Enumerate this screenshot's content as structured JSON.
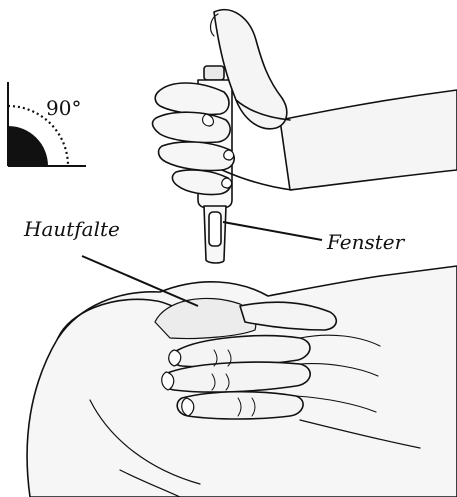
{
  "labels": {
    "angle": "90°",
    "skin_fold": "Hautfalte",
    "window": "Fenster"
  },
  "colors": {
    "ink": "#111111",
    "skin_shade": "#f1f1f1",
    "fold_highlight": "#e9e9e9",
    "pen_body": "#fafafa"
  }
}
